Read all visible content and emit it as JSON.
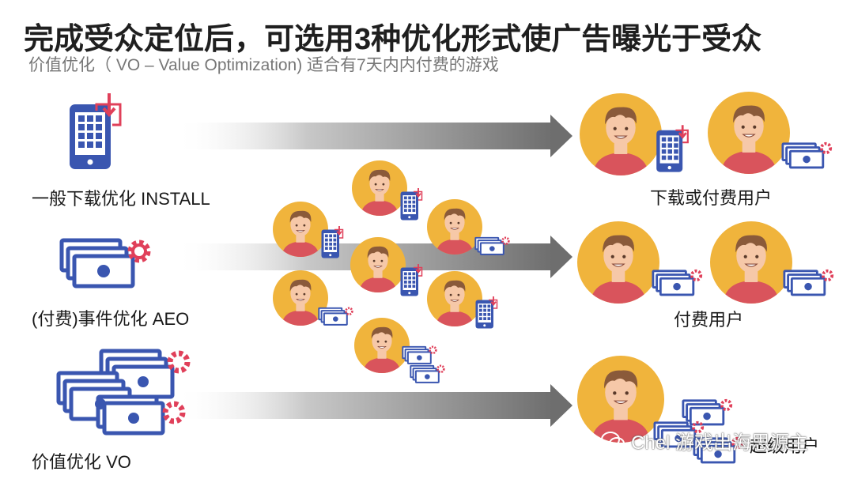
{
  "title": "完成受众定位后，可选用3种优化形式使广告曝光于受众",
  "subtitle": "价值优化（ VO – Value Optimization) 适合有7天内内付费的游戏",
  "rows": [
    {
      "label": "一般下载优化 INSTALL",
      "icon": "phone-download-icon",
      "result_label": "下载或付费用户"
    },
    {
      "label": "(付费)事件优化 AEO",
      "icon": "money-gear-icon",
      "result_label": "付费用户"
    },
    {
      "label": "价值优化 VO",
      "icon": "money-stack-gear-icon",
      "result_label": "超级用户"
    }
  ],
  "watermark": "Chel 游戏出海思源主",
  "colors": {
    "face": "#f0b43c",
    "shirt": "#d9545c",
    "hair": "#8a5a3a",
    "phone": "#3a56b0",
    "money": "#3a56b0",
    "gear": "#e0405a",
    "arrow": "#6e6e6e"
  }
}
